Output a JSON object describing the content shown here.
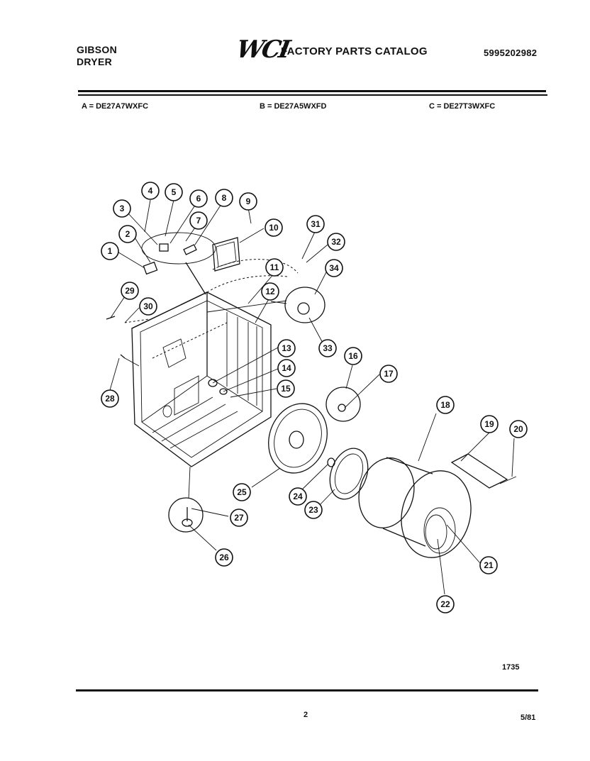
{
  "header": {
    "brand_line1": "GIBSON",
    "brand_line2": "DRYER",
    "logo": "WCI",
    "catalog_title": "FACTORY PARTS CATALOG",
    "catalog_number": "5995202982"
  },
  "models": {
    "a": "A = DE27A7WXFC",
    "b": "B = DE27A5WXFD",
    "c": "C = DE27T3WXFC"
  },
  "callouts": [
    "1",
    "2",
    "3",
    "4",
    "5",
    "6",
    "7",
    "8",
    "9",
    "10",
    "11",
    "12",
    "13",
    "14",
    "15",
    "16",
    "17",
    "18",
    "19",
    "20",
    "21",
    "22",
    "23",
    "24",
    "25",
    "26",
    "27",
    "28",
    "29",
    "30",
    "31",
    "32",
    "33",
    "34"
  ],
  "footer": {
    "figure_number": "1735",
    "page_number": "2",
    "date": "5/81"
  }
}
